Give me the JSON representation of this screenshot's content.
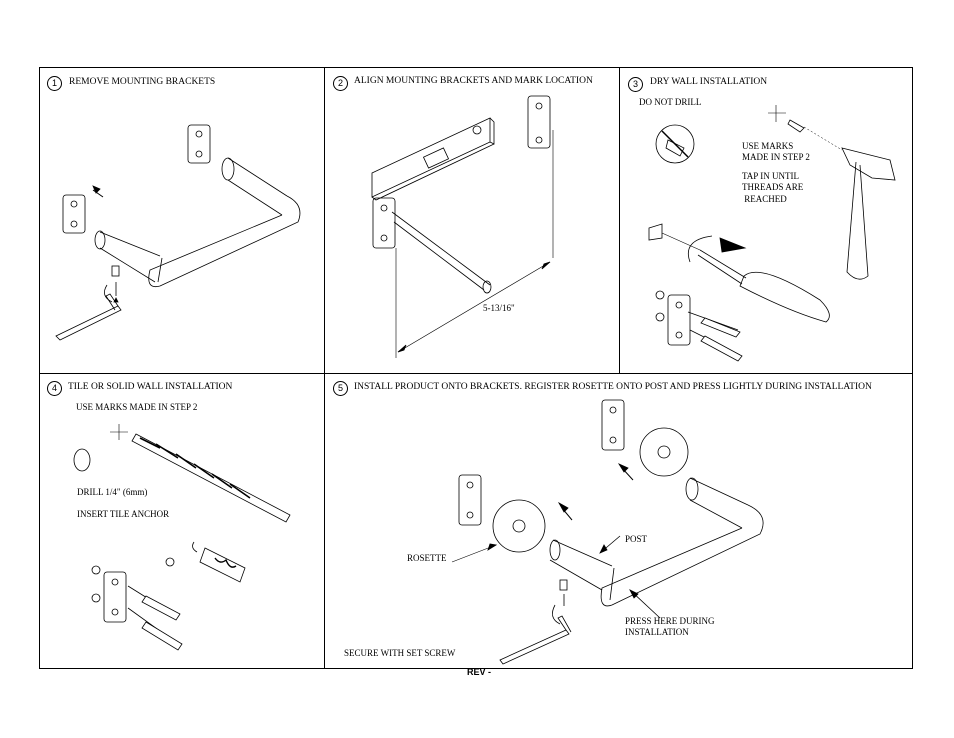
{
  "steps": [
    {
      "number": "1",
      "title": "REMOVE MOUNTING BRACKETS"
    },
    {
      "number": "2",
      "title": "ALIGN MOUNTING BRACKETS AND MARK LOCATION",
      "dimension": "5-13/16\""
    },
    {
      "number": "3",
      "title": "DRY WALL INSTALLATION",
      "note_no_drill": "DO NOT DRILL",
      "use_marks": [
        "USE MARKS",
        "MADE IN STEP 2"
      ],
      "tap": [
        "TAP IN UNTIL",
        "THREADS ARE",
        " REACHED"
      ]
    },
    {
      "number": "4",
      "title": "TILE OR SOLID WALL INSTALLATION",
      "use_marks": "USE MARKS MADE IN STEP 2",
      "drill": "DRILL 1/4\" (6mm)",
      "anchor": "INSERT TILE ANCHOR"
    },
    {
      "number": "5",
      "title": "INSTALL PRODUCT ONTO BRACKETS. REGISTER ROSETTE ONTO POST AND PRESS LIGHTLY DURING INSTALLATION",
      "rosette": "ROSETTE",
      "post": "POST",
      "press": [
        "PRESS HERE DURING",
        "INSTALLATION"
      ],
      "secure": "SECURE WITH SET SCREW"
    }
  ],
  "footer": {
    "rev": "REV -"
  }
}
